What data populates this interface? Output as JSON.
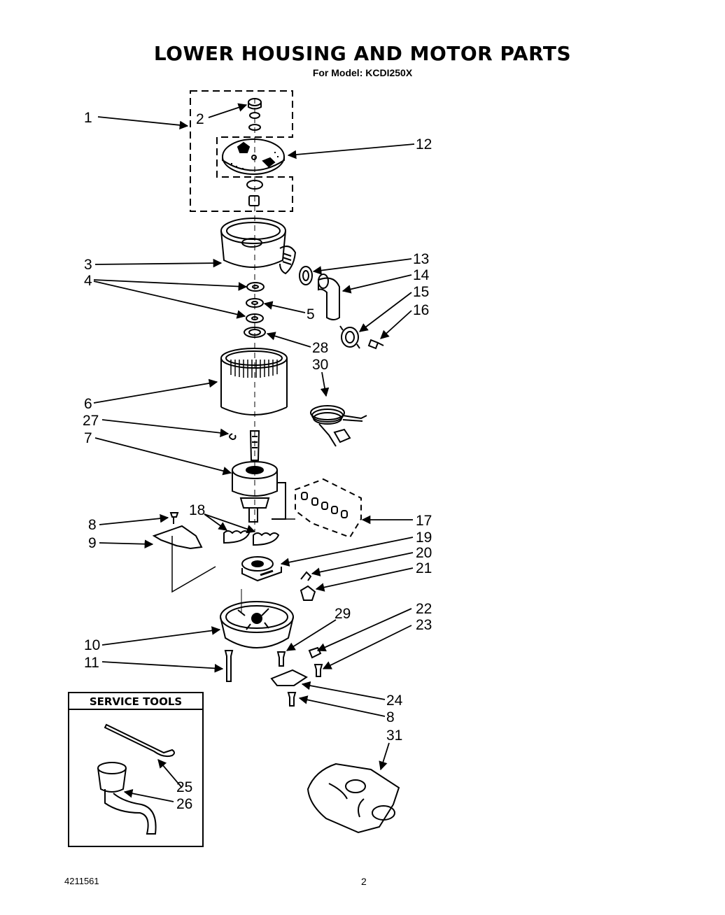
{
  "title": "LOWER HOUSING AND MOTOR PARTS",
  "subtitle": "For Model: KCDI250X",
  "service_tools_title": "SERVICE TOOLS",
  "part_labels": {
    "p1": "1",
    "p2": "2",
    "p3": "3",
    "p4": "4",
    "p5": "5",
    "p6": "6",
    "p7": "7",
    "p8a": "8",
    "p8b": "8",
    "p9": "9",
    "p10": "10",
    "p11": "11",
    "p12": "12",
    "p13": "13",
    "p14": "14",
    "p15": "15",
    "p16": "16",
    "p17": "17",
    "p18": "18",
    "p19": "19",
    "p20": "20",
    "p21": "21",
    "p22": "22",
    "p23": "23",
    "p24": "24",
    "p25": "25",
    "p26": "26",
    "p27": "27",
    "p28": "28",
    "p29": "29",
    "p30": "30",
    "p31": "31"
  },
  "footer": {
    "doc_number": "4211561",
    "page": "2"
  }
}
